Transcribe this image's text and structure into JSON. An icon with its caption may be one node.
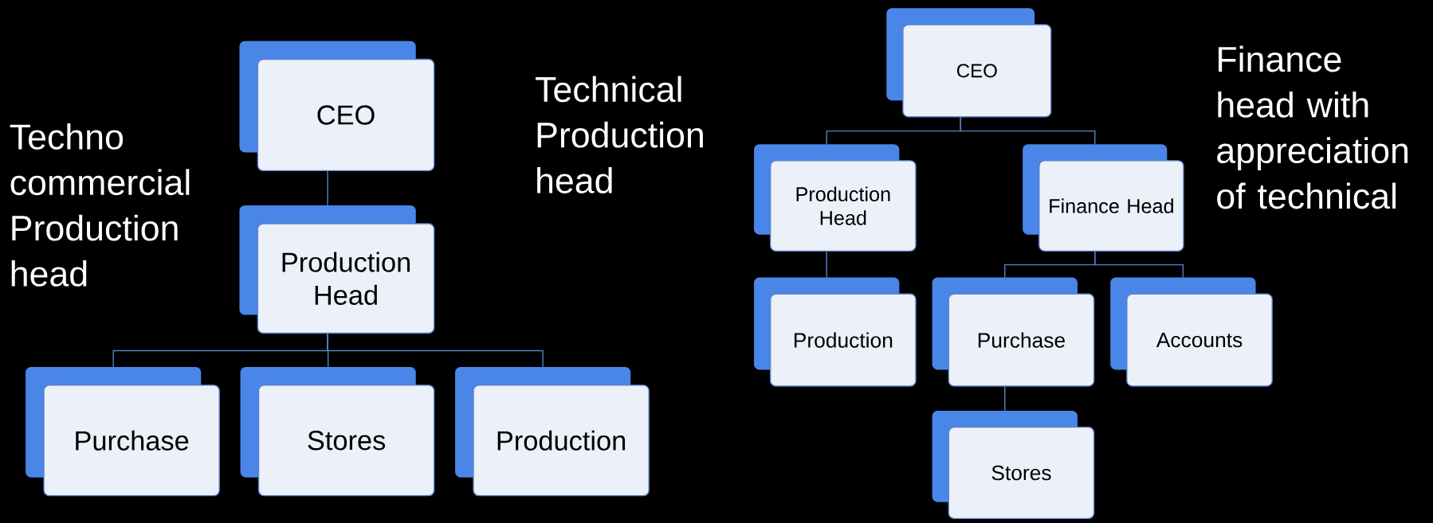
{
  "diagram": {
    "nodes": [
      {
        "text": [
          "CEO"
        ]
      },
      {
        "text": [
          "Production Head"
        ]
      },
      {
        "text": [
          "Purchase"
        ]
      },
      {
        "text": [
          "Stores"
        ]
      },
      {
        "text": [
          "Production"
        ]
      },
      {
        "text": [
          "CEO"
        ]
      },
      {
        "text": [
          "Production Head"
        ]
      },
      {
        "text": [
          "Finance Head"
        ]
      },
      {
        "text": [
          "Production"
        ]
      },
      {
        "text": [
          "Purchase"
        ]
      },
      {
        "text": [
          "Accounts"
        ]
      },
      {
        "text": [
          "Stores"
        ]
      }
    ],
    "edges": [
      {
        "from": 0,
        "to": 1,
        "arrow": "none"
      },
      {
        "from": 1,
        "to": 2,
        "arrow": "none"
      },
      {
        "from": 1,
        "to": 3,
        "arrow": "none"
      },
      {
        "from": 1,
        "to": 4,
        "arrow": "none"
      },
      {
        "from": 5,
        "to": 6,
        "arrow": "none"
      },
      {
        "from": 5,
        "to": 7,
        "arrow": "none"
      },
      {
        "from": 6,
        "to": 8,
        "arrow": "none"
      },
      {
        "from": 7,
        "to": 9,
        "arrow": "none"
      },
      {
        "from": 7,
        "to": 10,
        "arrow": "none"
      },
      {
        "from": 9,
        "to": 11,
        "arrow": "none"
      }
    ],
    "labels": [
      "Techno commercial Production head",
      "Technical Production head",
      "Finance head with appreciation of technical"
    ]
  }
}
